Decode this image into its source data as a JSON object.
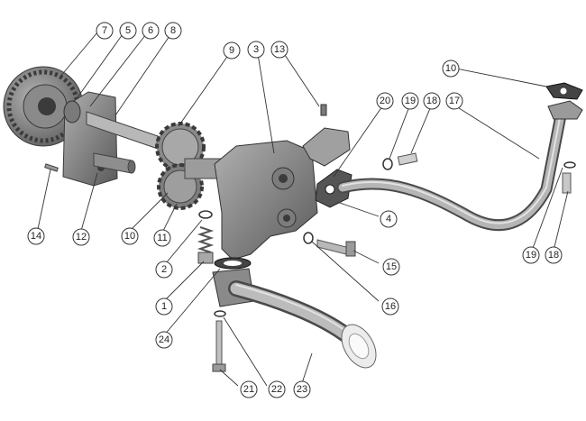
{
  "callouts": [
    {
      "id": "c7",
      "label": "7"
    },
    {
      "id": "c5",
      "label": "5"
    },
    {
      "id": "c6",
      "label": "6"
    },
    {
      "id": "c8",
      "label": "8"
    },
    {
      "id": "c9",
      "label": "9"
    },
    {
      "id": "c3",
      "label": "3"
    },
    {
      "id": "c13",
      "label": "13"
    },
    {
      "id": "c10a",
      "label": "10"
    },
    {
      "id": "c20",
      "label": "20"
    },
    {
      "id": "c19a",
      "label": "19"
    },
    {
      "id": "c18a",
      "label": "18"
    },
    {
      "id": "c17",
      "label": "17"
    },
    {
      "id": "c14",
      "label": "14"
    },
    {
      "id": "c12",
      "label": "12"
    },
    {
      "id": "c10b",
      "label": "10"
    },
    {
      "id": "c11",
      "label": "11"
    },
    {
      "id": "c2",
      "label": "2"
    },
    {
      "id": "c4",
      "label": "4"
    },
    {
      "id": "c15",
      "label": "15"
    },
    {
      "id": "c16",
      "label": "16"
    },
    {
      "id": "c19b",
      "label": "19"
    },
    {
      "id": "c18b",
      "label": "18"
    },
    {
      "id": "c1",
      "label": "1"
    },
    {
      "id": "c24",
      "label": "24"
    },
    {
      "id": "c21",
      "label": "21"
    },
    {
      "id": "c22",
      "label": "22"
    },
    {
      "id": "c23",
      "label": "23"
    }
  ]
}
